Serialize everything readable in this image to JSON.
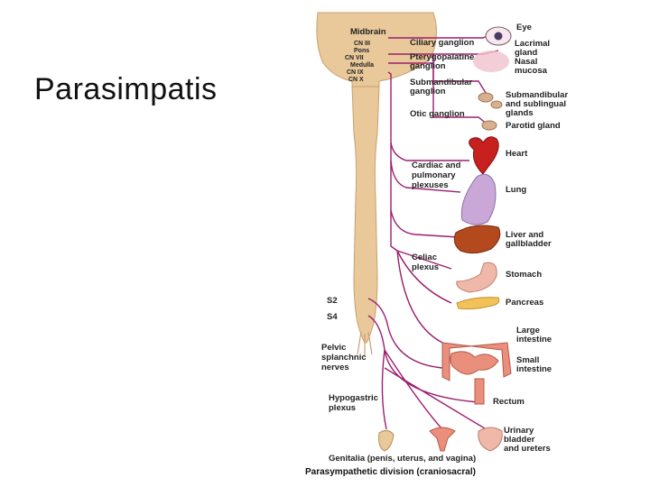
{
  "slide": {
    "title": "Parasimpatis"
  },
  "figure": {
    "caption": "Parasympathetic division (craniosacral)",
    "cns": {
      "midbrain": "Midbrain",
      "cn3": "CN III",
      "pons": "Pons",
      "cn7": "CN VII",
      "medulla": "Medulla",
      "cn9": "CN IX",
      "cn10": "CN X",
      "s2": "S2",
      "s4": "S4",
      "pelvic_nerves": [
        "Pelvic",
        "splanchnic",
        "nerves"
      ]
    },
    "ganglia": {
      "ciliary": "Ciliary ganglion",
      "pterygopalatine": [
        "Pterygopalatine",
        "ganglion"
      ],
      "submandibular": [
        "Submandibular",
        "ganglion"
      ],
      "otic": "Otic ganglion",
      "cardiac": [
        "Cardiac and",
        "pulmonary",
        "plexuses"
      ],
      "celiac": [
        "Celiac",
        "plexus"
      ],
      "hypogastric": [
        "Hypogastric",
        "plexus"
      ]
    },
    "organs": {
      "eye": "Eye",
      "lacrimal": [
        "Lacrimal",
        "gland"
      ],
      "nasal": [
        "Nasal",
        "mucosa"
      ],
      "submandibular_glands": [
        "Submandibular",
        "and sublingual",
        "glands"
      ],
      "parotid": "Parotid gland",
      "heart": "Heart",
      "lung": "Lung",
      "liver": [
        "Liver and",
        "gallbladder"
      ],
      "stomach": "Stomach",
      "pancreas": "Pancreas",
      "large_intestine": [
        "Large",
        "intestine"
      ],
      "small_intestine": [
        "Small",
        "intestine"
      ],
      "rectum": "Rectum",
      "bladder": [
        "Urinary",
        "bladder",
        "and ureters"
      ],
      "genitalia": "Genitalia (penis, uterus, and vagina)"
    },
    "colors": {
      "nerve": "#9c1f6e",
      "cord": "#e9c89a",
      "heart": "#c8201e",
      "lung": "#c9a8d8",
      "liver": "#b4491e",
      "stomach": "#f0b8a8",
      "pancreas": "#f2c25a",
      "intestine": "#e98f7c"
    }
  }
}
